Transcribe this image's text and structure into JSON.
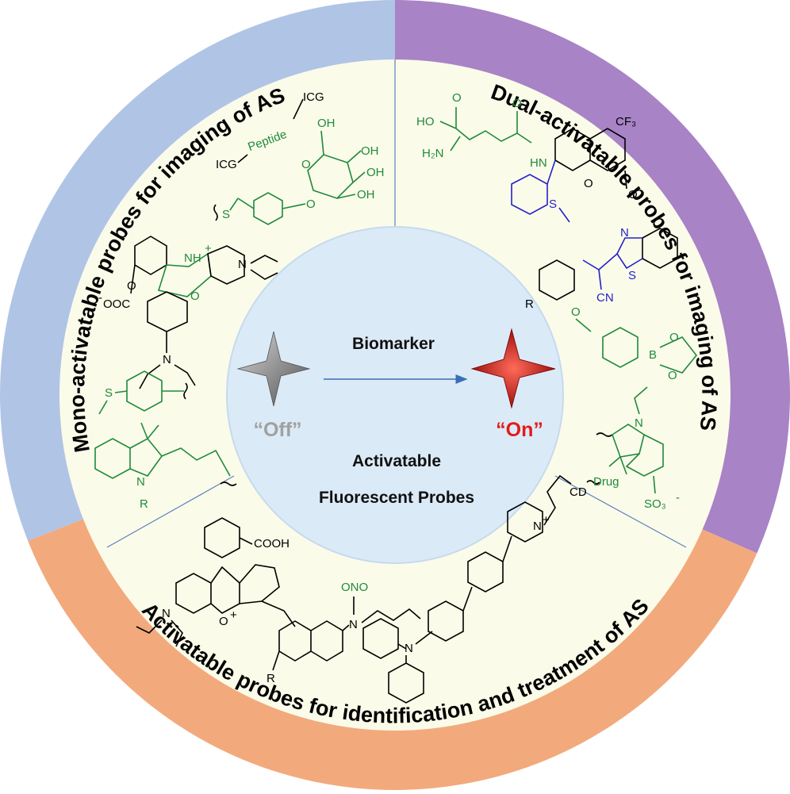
{
  "colors": {
    "blue_sector": "#b0c4e6",
    "purple_sector": "#a883c6",
    "orange_sector": "#f2aa7c",
    "inner_disk": "#fbfbe9",
    "center_disk": "#dbeaf7",
    "off_star": "#7a7a7a",
    "on_star": "#c01010",
    "off_text": "#a0a0a0",
    "on_text": "#e31a1a",
    "arrow": "#3a6fb4",
    "green_bond": "#1f8a3c",
    "blue_bond": "#2222cc"
  },
  "ring_titles": {
    "mono": "Mono-activatable probes for imaging of AS",
    "dual": "Dual-activatable probes for imaging of AS",
    "treat": "Activatable probes for identification and treatment of AS"
  },
  "center": {
    "biomarker": "Biomarker",
    "off": "“Off”",
    "on": "“On”",
    "line1": "Activatable",
    "line2": "Fluorescent Probes"
  },
  "chem_labels": {
    "icg": "ICG",
    "peptide": "Peptide",
    "oh": "OH",
    "o": "O",
    "s": "S",
    "nh_plus": "NH",
    "plus": "+",
    "n": "N",
    "r": "R",
    "coo_minus": "OOC",
    "minus": "-",
    "ho": "HO",
    "h2n": "H₂N",
    "hn": "HN",
    "cf3": "CF₃",
    "cn": "CN",
    "b": "B",
    "so3": "SO₃",
    "cooh": "COOH",
    "ono": "ONO",
    "cd": "CD",
    "drug": "Drug",
    "o_plus": "O"
  }
}
